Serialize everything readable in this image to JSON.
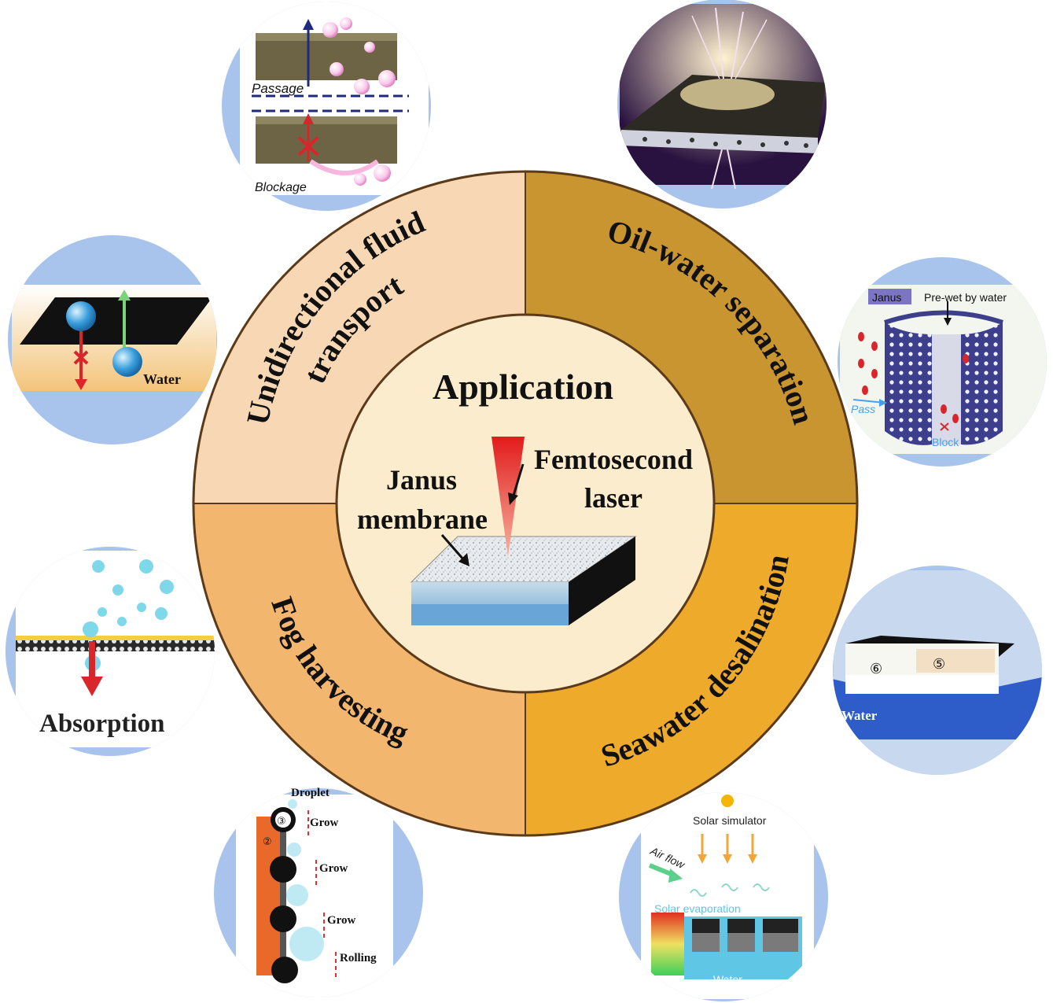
{
  "colors": {
    "panel_bg": "#a9c4ec",
    "ring_outline": "#5b3a1a",
    "quadrant_top_left": "#f8d8b4",
    "quadrant_top_right": "#c99530",
    "quadrant_bottom_left": "#f2b66e",
    "quadrant_bottom_right": "#eeaa2a",
    "center_fill": "#fbeccd",
    "laser_red": "#e21b1b"
  },
  "center": {
    "title": "Application",
    "janus_label_1": "Janus",
    "janus_label_2": "membrane",
    "laser_label_1": "Femtosecond",
    "laser_label_2": "laser"
  },
  "quadrants": {
    "top_left_line1": "Unidirectional fluid",
    "top_left_line2": "transport",
    "top_right": "Oil-water separation",
    "bottom_left": "Fog harvesting",
    "bottom_right": "Seawater desalination"
  },
  "panels": {
    "passage": {
      "label_passage": "Passage",
      "label_blockage": "Blockage"
    },
    "water_transport": {
      "label": "Water"
    },
    "janus_cylinder": {
      "label_janus": "Janus",
      "label_prewet": "Pre-wet by water",
      "label_pass": "Pass",
      "label_block": "Block"
    },
    "absorption": {
      "label": "Absorption"
    },
    "desalination_block": {
      "label_water": "Water",
      "marker_6": "⑥",
      "marker_5": "⑤"
    },
    "droplet": {
      "label_droplet": "Droplet",
      "label_grow_1": "Grow",
      "label_grow_2": "Grow",
      "label_grow_3": "Grow",
      "label_rolling": "Rolling",
      "marker_3": "③",
      "marker_2": "②"
    },
    "solar": {
      "label_solar": "Solar simulator",
      "label_airflow": "Air flow",
      "label_evap": "Solar evaporation",
      "label_water": "Water"
    }
  }
}
